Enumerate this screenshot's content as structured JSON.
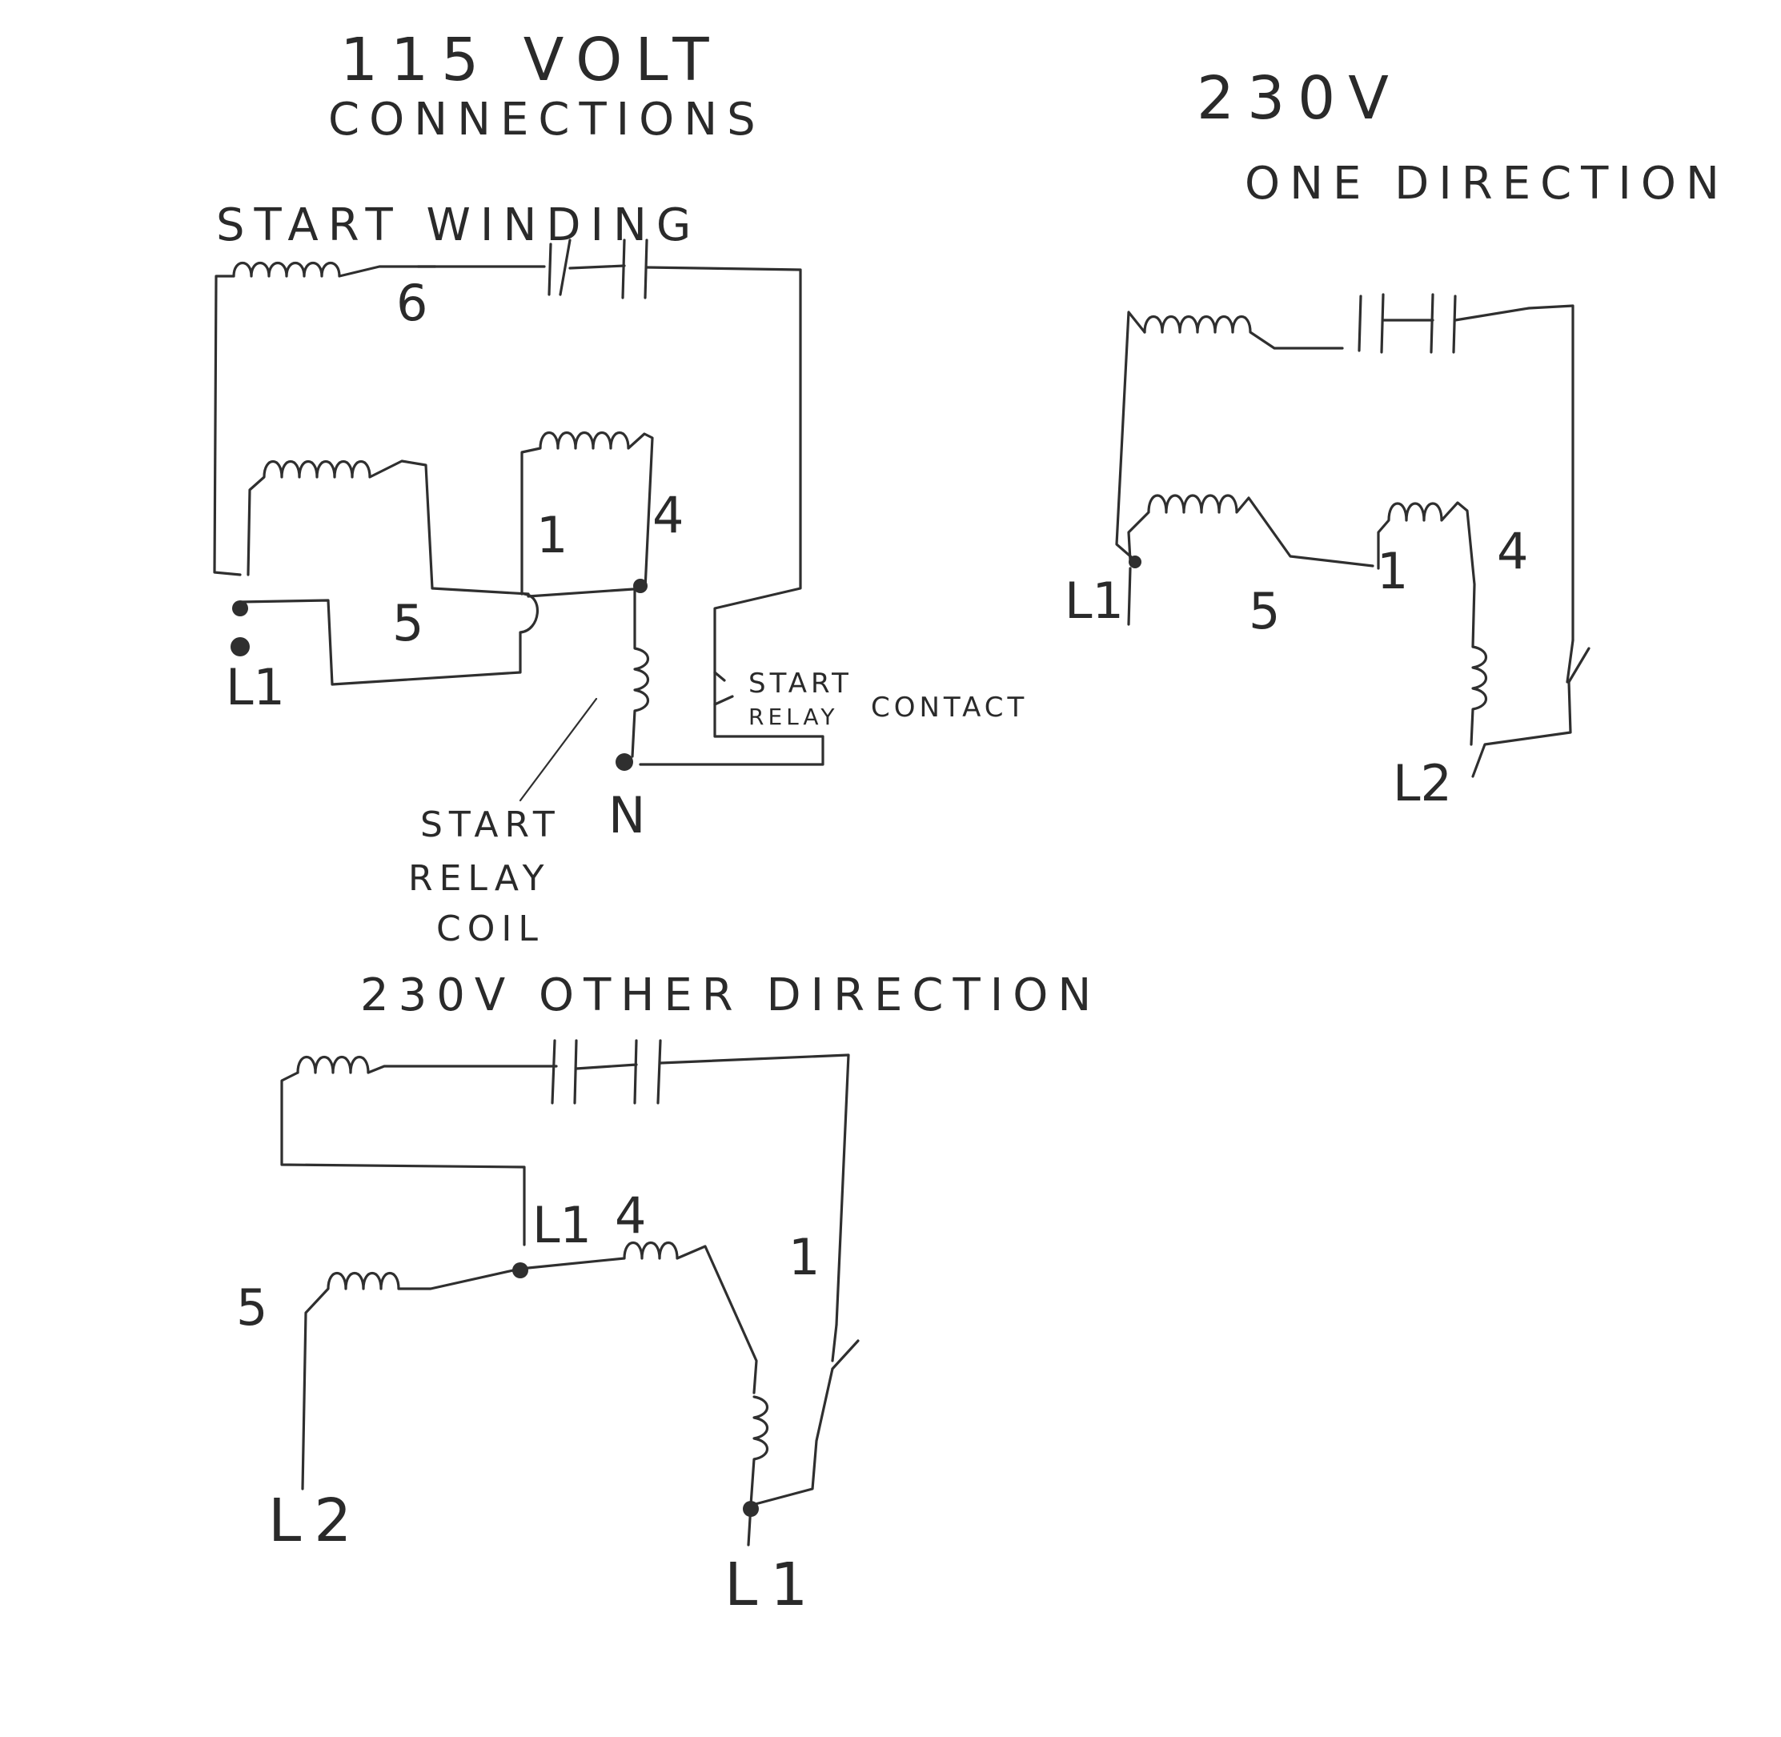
{
  "diagram_115v": {
    "title_line1": "115 VOLT",
    "title_line2": "CONNECTIONS",
    "start_winding_label": "START WINDING",
    "terminal_6": "6",
    "terminal_1": "1",
    "terminal_4": "4",
    "terminal_5": "5",
    "line_L1": "L1",
    "line_N": "N",
    "start_relay_contact_line1": "START",
    "start_relay_contact_line2": "RELAY",
    "start_relay_contact_line3": "CONTACT",
    "start_relay_coil_line1": "START",
    "start_relay_coil_line2": "RELAY",
    "start_relay_coil_line3": "COIL"
  },
  "diagram_230v_one": {
    "title_line1": "230V",
    "title_line2": "ONE DIRECTION",
    "terminal_L1": "L1",
    "terminal_5": "5",
    "terminal_1": "1",
    "terminal_4": "4",
    "line_L2": "L2"
  },
  "diagram_230v_other": {
    "title": "230V OTHER DIRECTION",
    "terminal_L1_top": "L1",
    "terminal_4": "4",
    "terminal_1": "1",
    "terminal_5": "5",
    "line_L2": "L2",
    "line_L1_bottom": "L1"
  }
}
